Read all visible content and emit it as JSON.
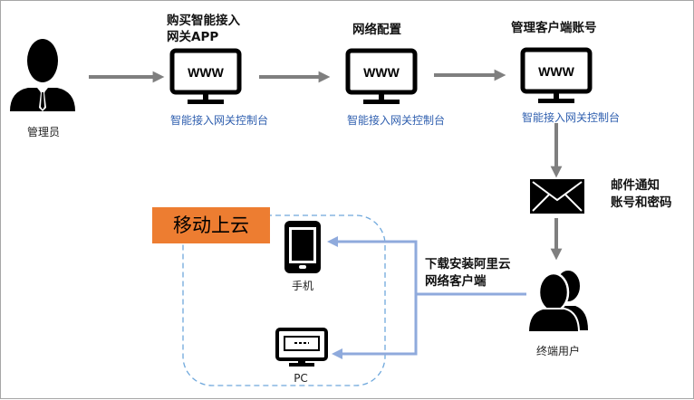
{
  "nodes": {
    "admin": {
      "label": "管理员"
    },
    "step_buy": {
      "title_line1": "购买智能接入",
      "title_line2": "网关APP",
      "screen_text": "WWW",
      "caption": "智能接入网关控制台"
    },
    "step_network": {
      "title": "网络配置",
      "screen_text": "WWW",
      "caption": "智能接入网关控制台"
    },
    "step_account": {
      "title": "管理客户端账号",
      "screen_text": "WWW",
      "caption": "智能接入网关控制台"
    },
    "email": {
      "line1": "邮件通知",
      "line2": "账号和密码"
    },
    "end_users": {
      "label": "终端用户"
    },
    "download": {
      "line1": "下载安装阿里云",
      "line2": "网络客户端"
    },
    "mobile_group": {
      "badge": "移动上云",
      "phone_label": "手机",
      "pc_label": "PC"
    }
  },
  "colors": {
    "arrow_gray": "#7f7f7f",
    "arrow_blue": "#8faadc",
    "dashed_border": "#6fa8dc",
    "badge": "#ed7d31",
    "caption_blue": "#2f5faf"
  },
  "icons": [
    "person-icon",
    "monitor-icon",
    "envelope-icon",
    "users-icon",
    "phone-icon",
    "pc-icon"
  ]
}
